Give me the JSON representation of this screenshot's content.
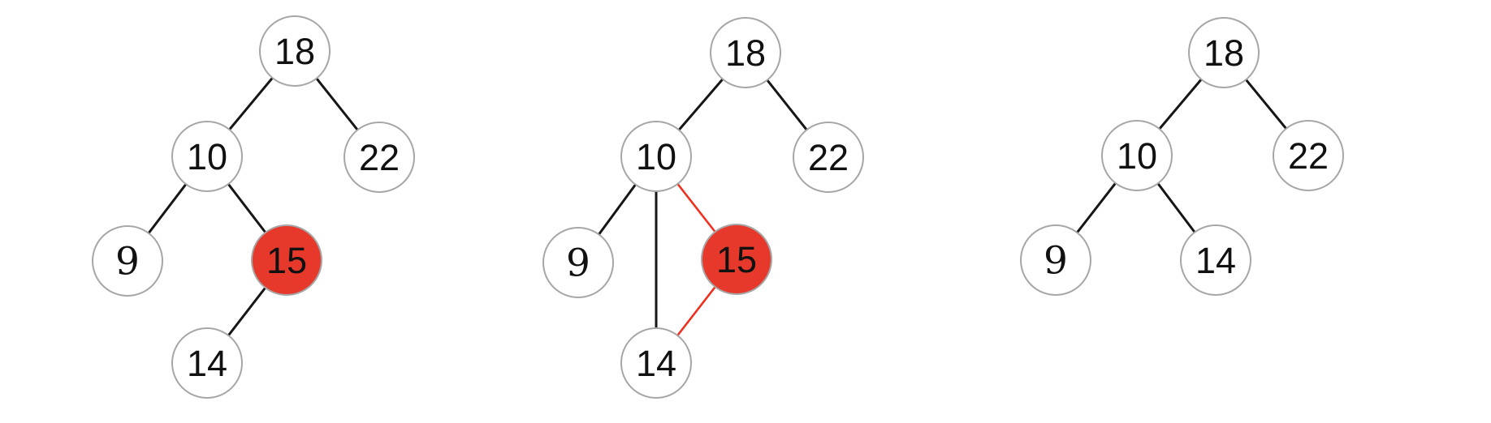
{
  "colors": {
    "background": "#ffffff",
    "node_fill": "#ffffff",
    "node_border": "#a6a6a6",
    "edge_black": "#161616",
    "highlight_fill": "#e6392b",
    "highlight_edge": "#ee3120",
    "label_text": "#111111"
  },
  "trees": [
    {
      "name": "tree-step-1-node-15-highlighted",
      "nodes": [
        {
          "value": "18",
          "highlighted": false
        },
        {
          "value": "10",
          "highlighted": false
        },
        {
          "value": "22",
          "highlighted": false
        },
        {
          "value": "9",
          "highlighted": false
        },
        {
          "value": "15",
          "highlighted": true
        },
        {
          "value": "14",
          "highlighted": false
        }
      ],
      "edges": [
        {
          "from": "18",
          "to": "10",
          "color": "black"
        },
        {
          "from": "18",
          "to": "22",
          "color": "black"
        },
        {
          "from": "10",
          "to": "9",
          "color": "black"
        },
        {
          "from": "10",
          "to": "15",
          "color": "black"
        },
        {
          "from": "15",
          "to": "14",
          "color": "black"
        }
      ]
    },
    {
      "name": "tree-step-2-relink-14-under-10",
      "nodes": [
        {
          "value": "18",
          "highlighted": false
        },
        {
          "value": "10",
          "highlighted": false
        },
        {
          "value": "22",
          "highlighted": false
        },
        {
          "value": "9",
          "highlighted": false
        },
        {
          "value": "15",
          "highlighted": true
        },
        {
          "value": "14",
          "highlighted": false
        }
      ],
      "edges": [
        {
          "from": "18",
          "to": "10",
          "color": "black"
        },
        {
          "from": "18",
          "to": "22",
          "color": "black"
        },
        {
          "from": "10",
          "to": "9",
          "color": "black"
        },
        {
          "from": "10",
          "to": "14",
          "color": "black"
        },
        {
          "from": "10",
          "to": "15",
          "color": "red"
        },
        {
          "from": "15",
          "to": "14",
          "color": "red"
        }
      ]
    },
    {
      "name": "tree-step-3-node-15-removed",
      "nodes": [
        {
          "value": "18",
          "highlighted": false
        },
        {
          "value": "10",
          "highlighted": false
        },
        {
          "value": "22",
          "highlighted": false
        },
        {
          "value": "9",
          "highlighted": false
        },
        {
          "value": "14",
          "highlighted": false
        }
      ],
      "edges": [
        {
          "from": "18",
          "to": "10",
          "color": "black"
        },
        {
          "from": "18",
          "to": "22",
          "color": "black"
        },
        {
          "from": "10",
          "to": "9",
          "color": "black"
        },
        {
          "from": "10",
          "to": "14",
          "color": "black"
        }
      ]
    }
  ]
}
